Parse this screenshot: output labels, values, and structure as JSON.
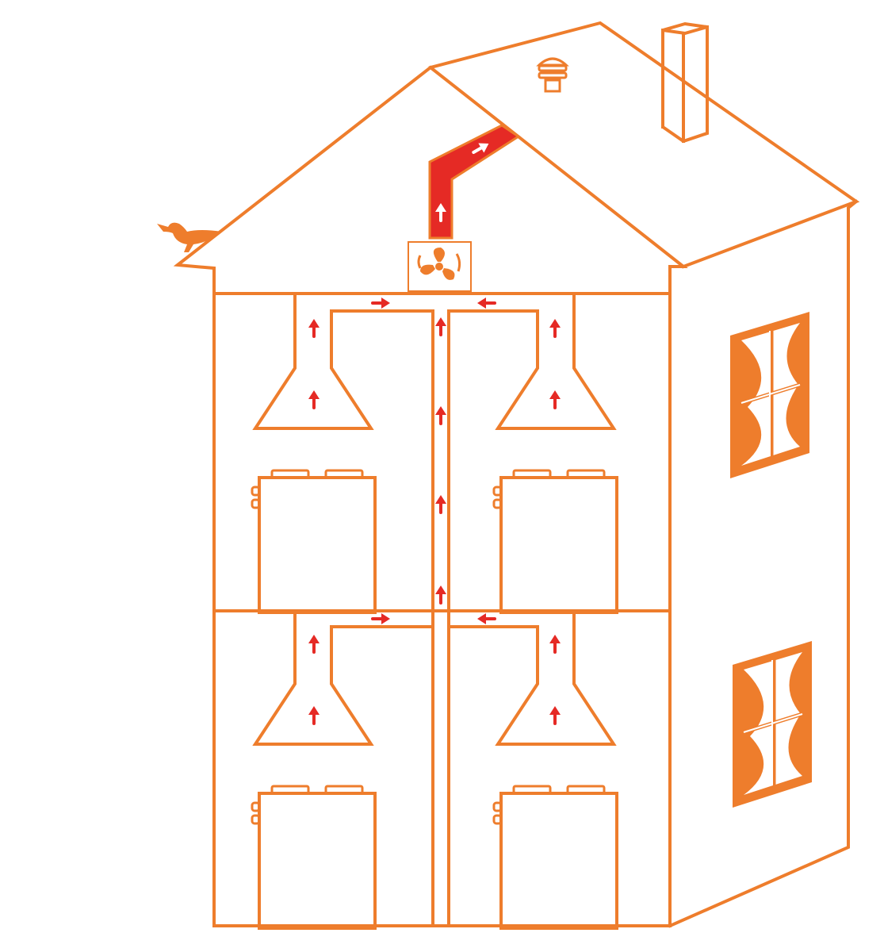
{
  "diagram": {
    "subject": "house-ventilation",
    "colors": {
      "outline": "#ee7d2c",
      "airflow_arrow": "#e52a25",
      "exhaust_duct": "#e52a25",
      "background": "#ffffff"
    },
    "icons": [
      "bird-icon",
      "roof-vent-icon",
      "chimney-icon",
      "fan-icon",
      "window-icon",
      "kitchen-hood-icon",
      "stove-icon",
      "airflow-arrow-icon"
    ],
    "floors": [
      {
        "level": "upper",
        "hoods": 2,
        "stoves": 2
      },
      {
        "level": "lower",
        "hoods": 2,
        "stoves": 2
      }
    ],
    "side_windows": 2
  }
}
